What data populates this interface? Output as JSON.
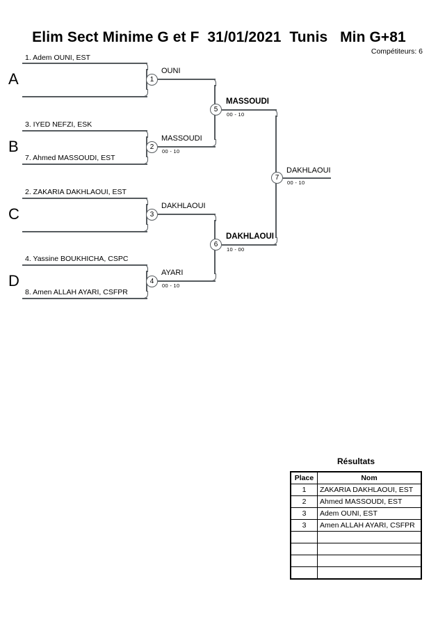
{
  "header": {
    "title": "Elim Sect Minime G et F  31/01/2021  Tunis   Min G+81",
    "competitors_label": "Compétiteurs: 6"
  },
  "bracket": {
    "groups": [
      {
        "letter": "A",
        "top_competitor": "1. Adem OUNI, EST",
        "bottom_competitor": "",
        "match_number": "1",
        "winner": "OUNI",
        "score": ""
      },
      {
        "letter": "B",
        "top_competitor": "3. IYED NEFZI, ESK",
        "bottom_competitor": "7. Ahmed MASSOUDI, EST",
        "match_number": "2",
        "winner": "MASSOUDI",
        "score": "00 - 10"
      },
      {
        "letter": "C",
        "top_competitor": "2. ZAKARIA DAKHLAOUI, EST",
        "bottom_competitor": "",
        "match_number": "3",
        "winner": "DAKHLAOUI",
        "score": ""
      },
      {
        "letter": "D",
        "top_competitor": "4. Yassine BOUKHICHA, CSPC",
        "bottom_competitor": "8. Amen ALLAH AYARI, CSFPR",
        "match_number": "4",
        "winner": "AYARI",
        "score": "00 - 10"
      }
    ],
    "semifinals": [
      {
        "match_number": "5",
        "winner": "MASSOUDI",
        "score": "00 - 10"
      },
      {
        "match_number": "6",
        "winner": "DAKHLAOUI",
        "score": "10 - 00"
      }
    ],
    "final": {
      "match_number": "7",
      "winner": "DAKHLAOUI",
      "score": "00 - 10"
    }
  },
  "results": {
    "heading": "Résultats",
    "columns": [
      "Place",
      "Nom"
    ],
    "rows": [
      {
        "place": "1",
        "name": "ZAKARIA DAKHLAOUI, EST"
      },
      {
        "place": "2",
        "name": "Ahmed MASSOUDI, EST"
      },
      {
        "place": "3",
        "name": "Adem OUNI, EST"
      },
      {
        "place": "3",
        "name": "Amen ALLAH AYARI, CSFPR"
      },
      {
        "place": "",
        "name": ""
      },
      {
        "place": "",
        "name": ""
      },
      {
        "place": "",
        "name": ""
      },
      {
        "place": "",
        "name": ""
      }
    ]
  },
  "colors": {
    "line": "#555a5e",
    "text": "#000000",
    "background": "#ffffff"
  }
}
